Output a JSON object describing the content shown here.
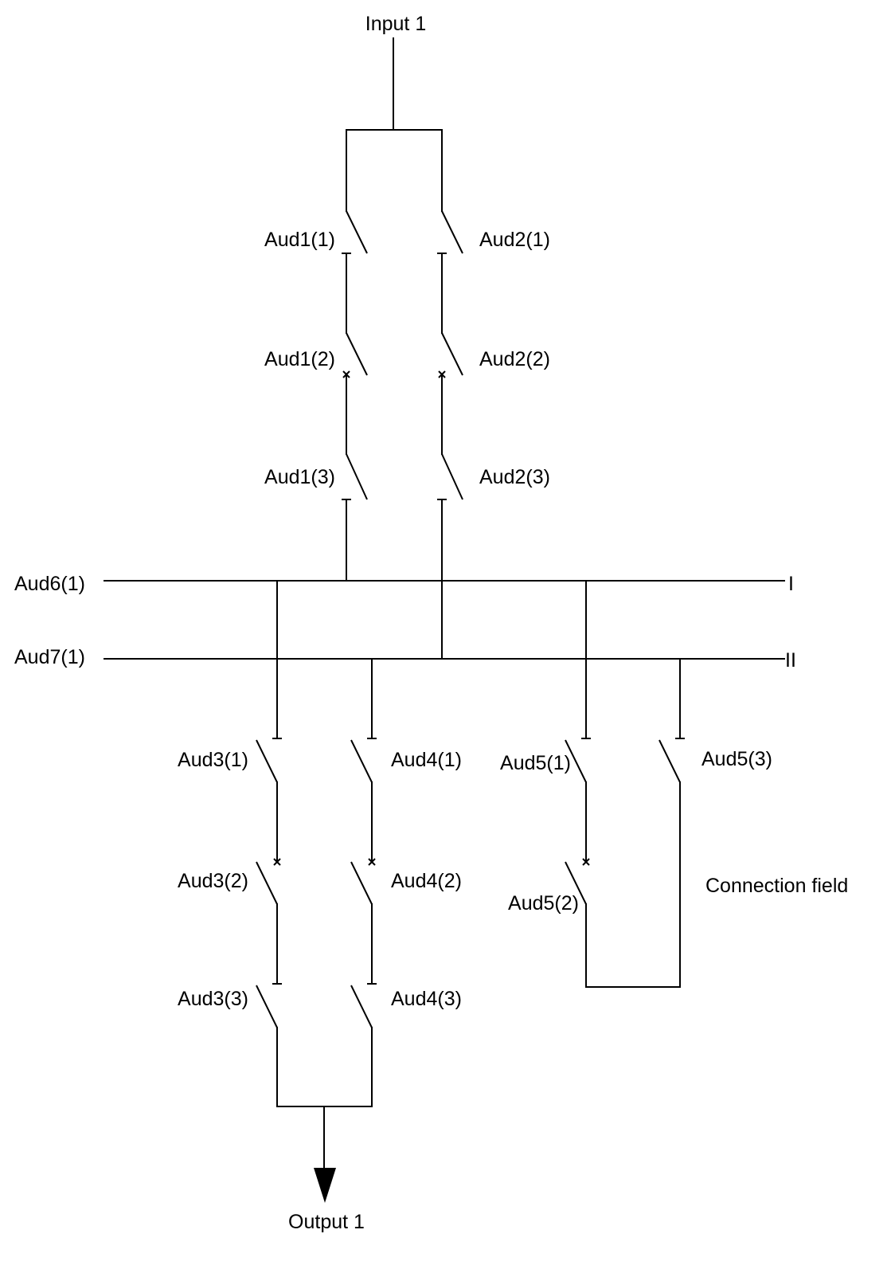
{
  "terminals": {
    "input": "Input 1",
    "output": "Output 1"
  },
  "busbars": {
    "bus1_label": "Aud6(1)",
    "bus1_roman": "I",
    "bus2_label": "Aud7(1)",
    "bus2_roman": "II"
  },
  "switches": {
    "aud1_1": "Aud1(1)",
    "aud1_2": "Aud1(2)",
    "aud1_3": "Aud1(3)",
    "aud2_1": "Aud2(1)",
    "aud2_2": "Aud2(2)",
    "aud2_3": "Aud2(3)",
    "aud3_1": "Aud3(1)",
    "aud3_2": "Aud3(2)",
    "aud3_3": "Aud3(3)",
    "aud4_1": "Aud4(1)",
    "aud4_2": "Aud4(2)",
    "aud4_3": "Aud4(3)",
    "aud5_1": "Aud5(1)",
    "aud5_2": "Aud5(2)",
    "aud5_3": "Aud5(3)"
  },
  "annotations": {
    "connection_field": "Connection field"
  }
}
